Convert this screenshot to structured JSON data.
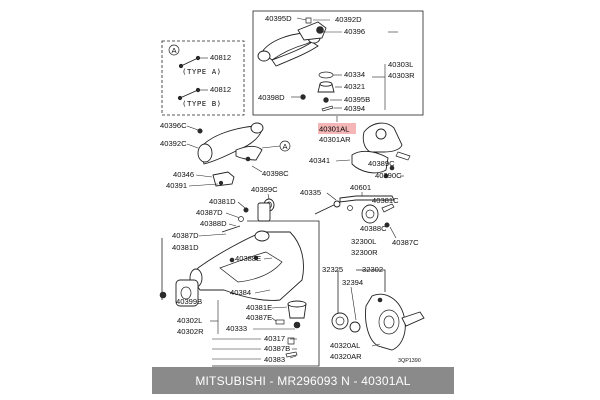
{
  "labels": {
    "l40395D": "40395D",
    "l40392D": "40392D",
    "l40396": "40396",
    "l40303L": "40303L",
    "l40303R": "40303R",
    "l40334": "40334",
    "l40321": "40321",
    "l40398D": "40398D",
    "l40395B": "40395B",
    "l40394": "40394",
    "l40301AL": "40301AL",
    "l40301AR": "40301AR",
    "l40812a": "40812",
    "l40812b": "40812",
    "l40396C": "40396C",
    "l40392C": "40392C",
    "l40346": "40346",
    "l40391": "40391",
    "l40398C": "40398C",
    "l40341": "40341",
    "l40389C": "40389C",
    "l40390C": "40390C",
    "l40399C": "40399C",
    "l40335": "40335",
    "l40601": "40601",
    "l40381C": "40381C",
    "l40381D": "40381D",
    "l40387D_a": "40387D",
    "l40388D": "40388D",
    "l40387D_b": "40387D",
    "l40381D_b": "40381D",
    "l40388C": "40388C",
    "l40387C": "40387C",
    "l32300L": "32300L",
    "l32300R": "32300R",
    "l40388E": "40388E",
    "l32325": "32325",
    "l32302": "32302",
    "l32394": "32394",
    "l40384": "40384",
    "l40399B": "40399B",
    "l40381E": "40381E",
    "l40387E": "40387E",
    "l40302L": "40302L",
    "l40302R": "40302R",
    "l40333": "40333",
    "l40317": "40317",
    "l40387B": "40387B",
    "l40383": "40383",
    "l40320AL": "40320AL",
    "l40320AR": "40320AR",
    "code": "3QP1390"
  },
  "callouts": {
    "a1": "A",
    "a2": "A"
  },
  "type_labels": {
    "typeA": "(TYPE A)",
    "typeB": "(TYPE B)"
  },
  "highlight": {
    "part_number": "40301AL",
    "color": "#f4b6b6"
  },
  "footer": {
    "text": "MITSUBISHI - MR296093    N - 40301AL"
  }
}
